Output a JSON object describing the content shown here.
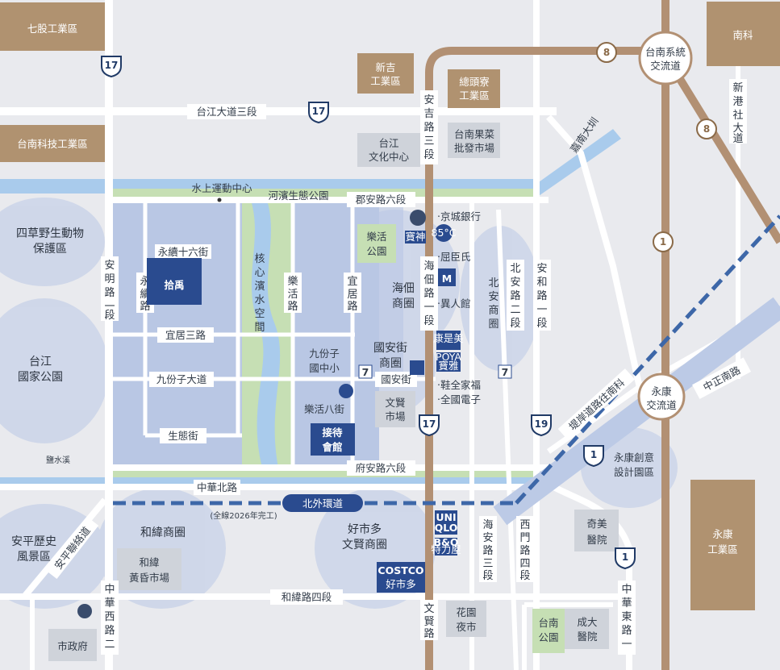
{
  "colors": {
    "background": "#e9eaee",
    "district_blue": "#b9c7e4",
    "industrial_brown": "#b09270",
    "park_green": "#c6dfb4",
    "river_blue": "#a9cbec",
    "highway_brown": "#b29073",
    "elevated_dash": "#3d67a8",
    "dark_navy": "#2a4b8f",
    "gray_box": "#cfd3da"
  },
  "industrial_zones": {
    "qigu": "七股工業區",
    "nanke": "南科",
    "xinji": "新吉\n工業區",
    "zongtouliao": "總頭寮\n工業區",
    "tainan_tech": "台南科技工業區",
    "yongkang": "永康\n工業區"
  },
  "gray_places": {
    "taijiang_culture": "台江\n文化中心",
    "fruit_market": "台南果菜\n批發市場",
    "wenxian_market": "文賢\n市場",
    "hewei_market": "和緯\n黃昏市場",
    "city_hall": "市政府",
    "flower_market": "花園\n夜市",
    "chimei": "奇美\n醫院",
    "chengda": "成大\n醫院"
  },
  "parks": {
    "lehuo_park": "樂活\n公園",
    "tainan_park": "台南\n公園"
  },
  "districts": {
    "sicao": "四草野生動物\n保護區",
    "taijiang_park": "台江\n國家公園",
    "haidian": "海佃\n商圈",
    "guoan": "國安街\n商圈",
    "beian": "北安商圈",
    "hewei": "和緯商圈",
    "costco_area": "好市多\n文賢商圈",
    "anping": "安平歷史\n風景區",
    "yongkang_creative": "永康創意\n設計園區",
    "jiufenzi_school": "九份子\n國中小"
  },
  "roads": {
    "taijiang_blvd3": "台江大道三段",
    "junan6": "郡安路六段",
    "fuan6": "府安路六段",
    "zhonghua_n": "中華北路",
    "waihuan": "北外環道",
    "waihuan_note": "(全線2026年完工)",
    "hewei4": "和緯路四段",
    "yiju3": "宜居三路",
    "jiufenzi_blvd": "九份子大道",
    "shengtai": "生態街",
    "guoan_st": "國安街",
    "lehuo8": "樂活八街",
    "yongxu16": "永續十六街",
    "zhongzheng_s": "中正南路",
    "anming1": "安明路一段",
    "yongxu": "永續路",
    "lehuo": "樂活路",
    "yiju": "宜居路",
    "anji3": "安吉路三段",
    "haidian1": "海佃路一段",
    "beian2": "北安路二段",
    "anhe1": "安和路一段",
    "wenxian": "文賢路",
    "haian3": "海安路三段",
    "ximen4": "西門路四段",
    "zhonghua_w2": "中華西路二段",
    "zhonghua_e1": "中華東路一段",
    "xinggangshe": "新港社大道",
    "jianan_canal": "嘉南大圳",
    "coastal": "堤岸道路往南科",
    "anping_link": "安平聯絡道",
    "core_river": "核心濱水空間",
    "yanshui": "鹽水溪",
    "water_sports": "水上運動中心",
    "riverside_park": "河濱生態公園"
  },
  "interchanges": {
    "tainan_sys": "台南系統\n交流道",
    "yongkang_ic": "永康\n交流道"
  },
  "route_numbers": {
    "r17": "17",
    "r8": "8",
    "r1": "1",
    "r19": "19"
  },
  "pois": {
    "jingcheng": "‧京城銀行",
    "quchenshi": "‧屈臣氏",
    "yiren": "‧異人館",
    "xieshi": "‧鞋全家福",
    "quanguo": "‧全國電子",
    "baoshen": "寶神",
    "b85": "85°C",
    "kangshimei": "康是美",
    "poya": "POYA\n寶雅"
  },
  "project": {
    "name": "拾禹",
    "reception": "接待\n會館"
  },
  "stores": {
    "uniqlo": "UNI\nQLO",
    "bq": "B&Q\n特力屋",
    "costco_logo": "COSTCO",
    "costco_cn": "好市多"
  }
}
